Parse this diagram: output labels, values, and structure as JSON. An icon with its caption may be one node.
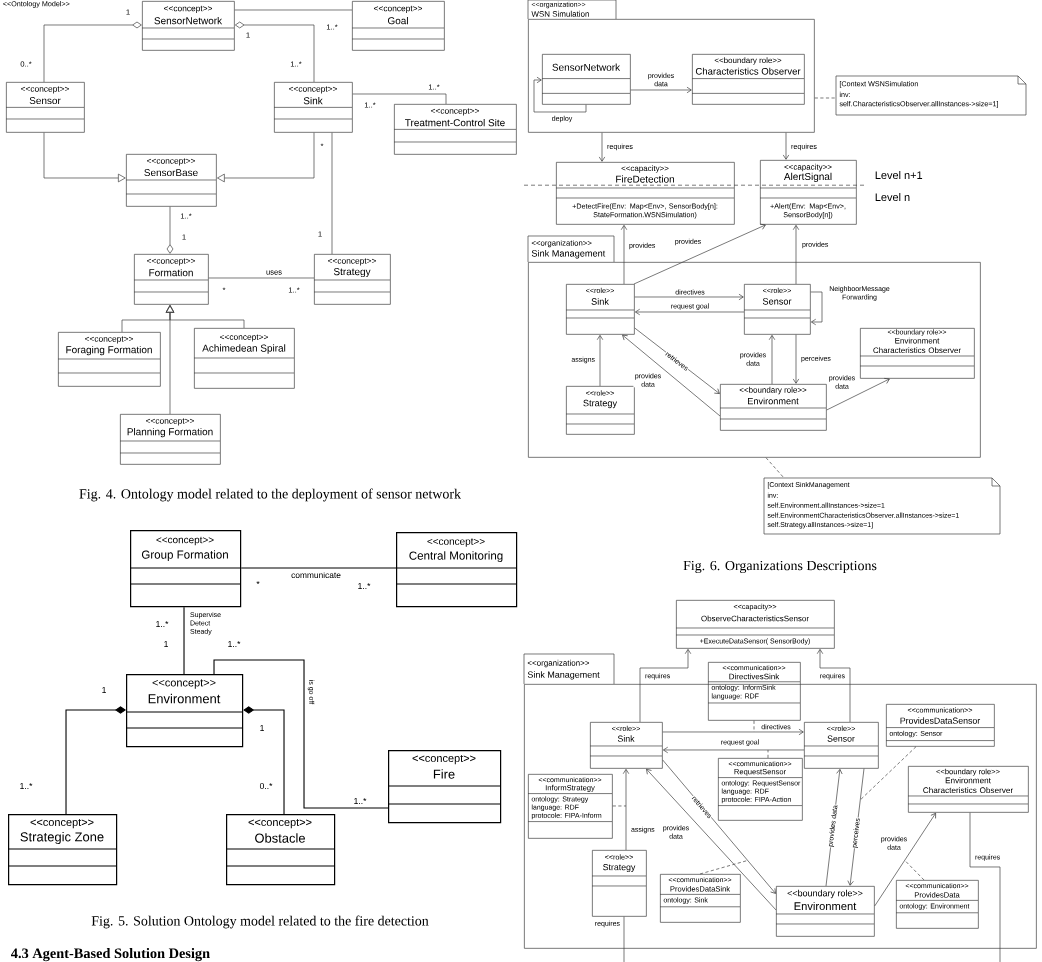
{
  "diagram": {
    "nodes": [
      {
        "text": [
          "<<concept>>",
          "SensorNetwork"
        ]
      },
      {
        "text": [
          "<<concept>>",
          "Goal"
        ]
      },
      {
        "text": [
          "<<concept>>",
          "Sensor"
        ]
      },
      {
        "text": [
          "<<concept>>",
          "Sink"
        ]
      },
      {
        "text": [
          "<<concept>>",
          "Treatment-Control Site"
        ]
      },
      {
        "text": [
          "<<concept>>",
          "SensorBase"
        ]
      },
      {
        "text": [
          "<<concept>>",
          "Formation"
        ]
      },
      {
        "text": [
          "<<concept>>",
          "Strategy"
        ]
      },
      {
        "text": [
          "<<concept>>",
          "Foraging Formation"
        ]
      },
      {
        "text": [
          "<<concept>>",
          "Achimedean Spiral"
        ]
      },
      {
        "text": [
          "<<concept>>",
          "Planning Formation"
        ]
      },
      {
        "text": [
          "<<concept>>",
          "Group Formation"
        ]
      },
      {
        "text": [
          "<<concept>>",
          "Central Monitoring"
        ]
      },
      {
        "text": [
          "<<concept>>",
          "Environment"
        ]
      },
      {
        "text": [
          "<<concept>>",
          "Fire"
        ]
      },
      {
        "text": [
          "<<concept>>",
          "Strategic Zone"
        ]
      },
      {
        "text": [
          "<<concept>>",
          "Obstacle"
        ]
      },
      {
        "text": [
          "<<organization>>",
          "WSN Simulation"
        ]
      },
      {
        "text": [
          "SensorNetwork"
        ],
        "in": 17
      },
      {
        "text": [
          "<<boundary role>>",
          "Characteristics Observer"
        ],
        "in": 17
      },
      {
        "text": [
          "[Context WSNSimulation",
          "inv:",
          "self.CharacteristicsObserver.allInstances->size=1]"
        ]
      },
      {
        "text": [
          "<<capacity>>",
          "FireDetection",
          "+DetectFire(Env: Map<Env>, SensorBody[n]: StateFormation.WSNSimulation)"
        ]
      },
      {
        "text": [
          "<<capacity>>",
          "AlertSignal",
          "+Alert(Env: Map<Env>, SensorBody[n])"
        ]
      },
      {
        "text": [
          "<<organization>>",
          "Sink Management"
        ]
      },
      {
        "text": [
          "<<role>>",
          "Sink"
        ],
        "in": 23
      },
      {
        "text": [
          "<<role>>",
          "Sensor"
        ],
        "in": 23
      },
      {
        "text": [
          "<<role>>",
          "Strategy"
        ],
        "in": 23
      },
      {
        "text": [
          "<<boundary role>>",
          "Environment"
        ],
        "in": 23
      },
      {
        "text": [
          "<<boundary role>>",
          "Environment Characteristics Observer"
        ],
        "in": 23
      },
      {
        "text": [
          "[Context SinkManagement",
          "inv:",
          "self.Environment.allInstances->size=1",
          "self.EnvironmentCharacteristicsObserver.allInstances->size=1",
          "self.Strategy.allInstances->size=1]"
        ]
      },
      {
        "text": [
          "<<capacity>>",
          "ObserveCharacteristicsSensor",
          "+ExecuteDataSensor( SensorBody)"
        ]
      },
      {
        "text": [
          "<<organization>>",
          "Sink Management"
        ]
      },
      {
        "text": [
          "<<communication>>",
          "DirectivesSink",
          "ontology: InformSink",
          "language: RDF"
        ]
      },
      {
        "text": [
          "<<role>>",
          "Sink"
        ],
        "in": 31
      },
      {
        "text": [
          "<<role>>",
          "Sensor"
        ],
        "in": 31
      },
      {
        "text": [
          "<<communication>>",
          "ProvidesDataSensor",
          "ontology: Sensor"
        ],
        "in": 31
      },
      {
        "text": [
          "<<boundary role>>",
          "Environment Characteristics Observer"
        ],
        "in": 31
      },
      {
        "text": [
          "<<communication>>",
          "RequestSensor",
          "ontology: RequestSensor",
          "language: RDF",
          "protocole: FIPA-Action"
        ],
        "in": 31
      },
      {
        "text": [
          "<<communication>>",
          "InformStrategy",
          "ontology: Strategy",
          "language: RDF",
          "protocole: FIPA-Inform"
        ],
        "in": 31
      },
      {
        "text": [
          "<<role>>",
          "Strategy"
        ],
        "in": 31
      },
      {
        "text": [
          "<<communication>>",
          "ProvidesDataSink",
          "ontology: Sink"
        ],
        "in": 31
      },
      {
        "text": [
          "<<boundary role>>",
          "Environment"
        ],
        "in": 31
      },
      {
        "text": [
          "<<communication>>",
          "ProvidesData",
          "ontology: Environment"
        ],
        "in": 31
      }
    ],
    "edges": [
      {
        "from": 0,
        "to": 1,
        "arrow": "none"
      },
      {
        "from": 0,
        "to": 2,
        "arrow": "other"
      },
      {
        "from": 0,
        "to": 3,
        "arrow": "other"
      },
      {
        "from": 3,
        "to": 4,
        "arrow": "none"
      },
      {
        "from": 2,
        "to": 5,
        "arrow": "to"
      },
      {
        "from": 3,
        "to": 5,
        "arrow": "to"
      },
      {
        "from": 6,
        "to": 5,
        "arrow": "other"
      },
      {
        "from": 3,
        "to": 7,
        "arrow": "none"
      },
      {
        "from": 6,
        "to": 7,
        "arrow": "none",
        "label": "uses"
      },
      {
        "from": 8,
        "to": 6,
        "arrow": "to"
      },
      {
        "from": 9,
        "to": 6,
        "arrow": "to"
      },
      {
        "from": 10,
        "to": 6,
        "arrow": "to"
      },
      {
        "from": 11,
        "to": 12,
        "arrow": "none",
        "label": "communicate"
      },
      {
        "from": 11,
        "to": 13,
        "arrow": "none",
        "label": "Supervise Detect Steady"
      },
      {
        "from": 13,
        "to": 14,
        "arrow": "none",
        "label": "is go off"
      },
      {
        "from": 13,
        "to": 15,
        "arrow": "other"
      },
      {
        "from": 13,
        "to": 16,
        "arrow": "other"
      },
      {
        "from": 18,
        "to": 19,
        "arrow": "to",
        "label": "provides data"
      },
      {
        "from": 18,
        "to": 18,
        "arrow": "to",
        "label": "deploy"
      },
      {
        "from": 17,
        "to": 20,
        "arrow": "none",
        "style": "dashed"
      },
      {
        "from": 17,
        "to": 21,
        "arrow": "to",
        "label": "requires"
      },
      {
        "from": 17,
        "to": 22,
        "arrow": "to",
        "label": "requires"
      },
      {
        "from": 24,
        "to": 21,
        "arrow": "to",
        "label": "provides"
      },
      {
        "from": 24,
        "to": 22,
        "arrow": "to",
        "label": "provides"
      },
      {
        "from": 25,
        "to": 22,
        "arrow": "to",
        "label": "provides"
      },
      {
        "from": 24,
        "to": 25,
        "arrow": "to",
        "label": "directives"
      },
      {
        "from": 25,
        "to": 24,
        "arrow": "to",
        "label": "request goal"
      },
      {
        "from": 25,
        "to": 25,
        "arrow": "to",
        "label": "NeighboorMessage Forwarding"
      },
      {
        "from": 26,
        "to": 24,
        "arrow": "to",
        "label": "assigns"
      },
      {
        "from": 24,
        "to": 27,
        "arrow": "to",
        "label": "retrieves"
      },
      {
        "from": 27,
        "to": 24,
        "arrow": "to",
        "label": "provides data"
      },
      {
        "from": 27,
        "to": 25,
        "arrow": "to",
        "label": "provides data"
      },
      {
        "from": 25,
        "to": 27,
        "arrow": "to",
        "label": "perceives"
      },
      {
        "from": 27,
        "to": 28,
        "arrow": "to",
        "label": "provides data"
      },
      {
        "from": 23,
        "to": 29,
        "arrow": "none",
        "style": "dashed"
      },
      {
        "from": 33,
        "to": 30,
        "arrow": "to",
        "label": "requires"
      },
      {
        "from": 34,
        "to": 30,
        "arrow": "to",
        "label": "requires"
      },
      {
        "from": 33,
        "to": 34,
        "arrow": "to",
        "label": "directives"
      },
      {
        "from": 34,
        "to": 33,
        "arrow": "to",
        "label": "request goal"
      },
      {
        "from": 39,
        "to": 33,
        "arrow": "to",
        "label": "assigns"
      },
      {
        "from": 41,
        "to": 33,
        "arrow": "to",
        "label": "provides data"
      },
      {
        "from": 33,
        "to": 41,
        "arrow": "to",
        "label": "retrieves"
      },
      {
        "from": 41,
        "to": 34,
        "arrow": "to",
        "label": "provides data"
      },
      {
        "from": 34,
        "to": 41,
        "arrow": "to",
        "label": "perceives"
      },
      {
        "from": 41,
        "to": 36,
        "arrow": "to",
        "label": "provides data"
      },
      {
        "from": 32,
        "to": null,
        "arrow": "none",
        "style": "dashed"
      },
      {
        "from": 37,
        "to": null,
        "arrow": "none",
        "style": "dashed"
      },
      {
        "from": 38,
        "to": null,
        "arrow": "none",
        "style": "dashed"
      },
      {
        "from": 40,
        "to": null,
        "arrow": "none",
        "style": "dashed"
      },
      {
        "from": 35,
        "to": null,
        "arrow": "none",
        "style": "dashed"
      },
      {
        "from": 42,
        "to": null,
        "arrow": "none",
        "style": "dashed"
      },
      {
        "from": 39,
        "to": null,
        "arrow": "none",
        "label": "requires"
      },
      {
        "from": 36,
        "to": null,
        "arrow": "none",
        "label": "requires"
      }
    ],
    "labels": [
      "<<Ontology Model>>",
      "1",
      "1..*",
      "1",
      "0..*",
      "1..*",
      "1..*",
      "1..*",
      "*",
      "1..*",
      "1",
      "1",
      "*",
      "1..*",
      "Fig. 4. Ontology model related to the deployment of sensor network",
      "*",
      "1..*",
      "1..*",
      "1",
      "1..*",
      "1",
      "1",
      "1..*",
      "0..*",
      "1..*",
      "Fig. 5. Solution Ontology model related to the fire detection",
      "4.3 Agent-Based Solution Design",
      "Level n+1",
      "Level n",
      "Fig. 6. Organizations Descriptions"
    ]
  }
}
